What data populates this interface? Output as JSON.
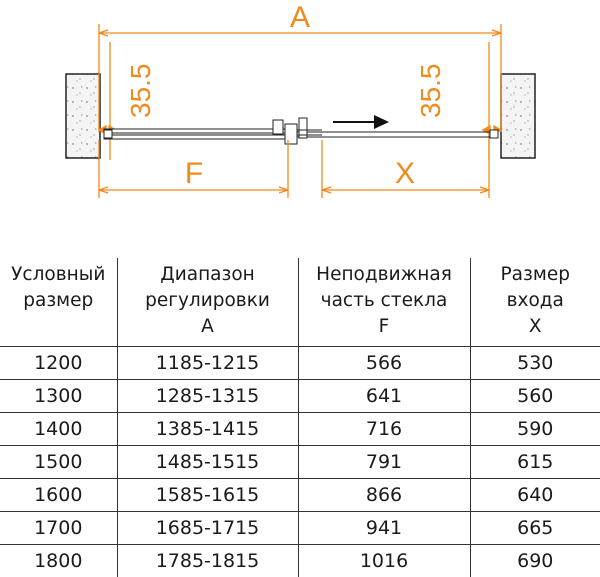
{
  "diagram": {
    "dim_a_label": "A",
    "dim_f_label": "F",
    "dim_x_label": "X",
    "dim_left_offset": "35.5",
    "dim_right_offset": "35.5",
    "accent_color": "#f08a1d",
    "arrow_icon": "arrow-right-icon"
  },
  "table": {
    "headers": [
      [
        "Условный",
        "размер"
      ],
      [
        "Диапазон",
        "регулировки",
        "A"
      ],
      [
        "Неподвижная",
        "часть стекла",
        "F"
      ],
      [
        "Размер",
        "входа",
        "X"
      ]
    ],
    "rows": [
      [
        "1200",
        "1185-1215",
        "566",
        "530"
      ],
      [
        "1300",
        "1285-1315",
        "641",
        "560"
      ],
      [
        "1400",
        "1385-1415",
        "716",
        "590"
      ],
      [
        "1500",
        "1485-1515",
        "791",
        "615"
      ],
      [
        "1600",
        "1585-1615",
        "866",
        "640"
      ],
      [
        "1700",
        "1685-1715",
        "941",
        "665"
      ],
      [
        "1800",
        "1785-1815",
        "1016",
        "690"
      ]
    ]
  }
}
